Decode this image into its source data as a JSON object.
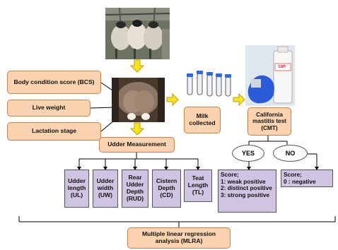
{
  "factors": {
    "bcs": "Body condition score (BCS)",
    "live_weight": "Live weight",
    "lactation_stage": "Lactation stage"
  },
  "milk_collected": "Milk collected",
  "cmt": "California mastitis test (CMT)",
  "udder_measurement": "Udder Measurement",
  "measurements": [
    "Udder length (UL)",
    "Udder width (UW)",
    "Rear Udder Depth (RUD)",
    "Cistern Depth (CD)",
    "Teat Length (TL)"
  ],
  "decision": {
    "yes": "YES",
    "no": "NO"
  },
  "scores_yes": [
    "Score;",
    "1: weak positive",
    "2: distinct positive",
    "3: strong positive"
  ],
  "scores_no": [
    "Score;",
    "0 : negative"
  ],
  "mlra": "Multiple linear regression analysis (MLRA)",
  "photo_label": "CMT"
}
